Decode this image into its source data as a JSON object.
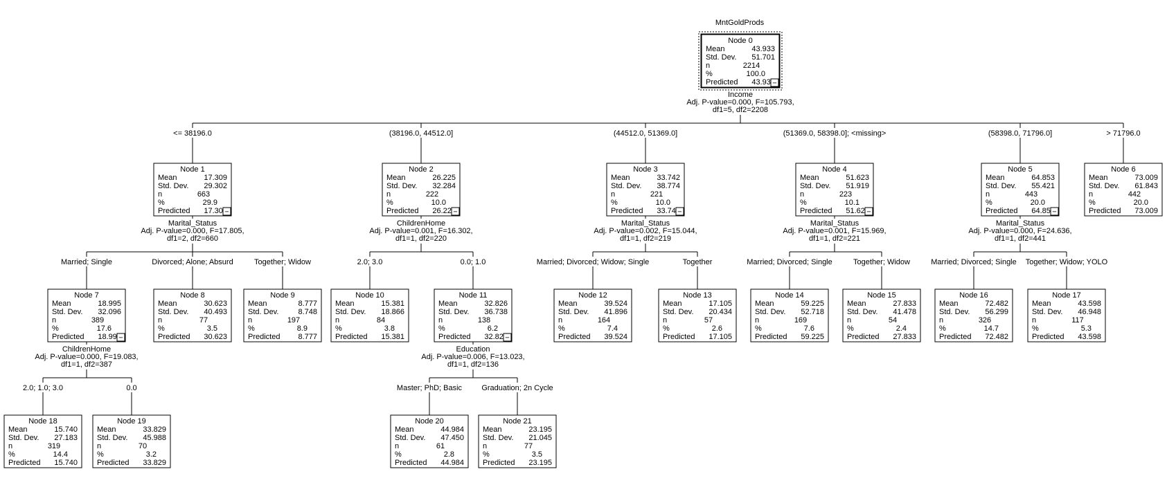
{
  "target": "MntGoldProds",
  "row_labels": {
    "mean": "Mean",
    "std": "Std. Dev.",
    "n": "n",
    "pct": "%",
    "pred": "Predicted"
  },
  "nodes": [
    {
      "id": 0,
      "title": "Node 0",
      "mean": "43.933",
      "std": "51.701",
      "n": "2214",
      "pct": "100.0",
      "pred": "43.933",
      "split": {
        "var": "Income",
        "stats1": "Adj. P-value=0.000, F=105.793,",
        "stats2": "df1=5, df2=2208"
      }
    },
    {
      "id": 1,
      "title": "Node 1",
      "parent": 0,
      "branch": "<= 38196.0",
      "mean": "17.309",
      "std": "29.302",
      "n": "663",
      "pct": "29.9",
      "pred": "17.309",
      "split": {
        "var": "Marital_Status",
        "stats1": "Adj. P-value=0.000, F=17.805,",
        "stats2": "df1=2, df2=660"
      }
    },
    {
      "id": 2,
      "title": "Node 2",
      "parent": 0,
      "branch": "(38196.0, 44512.0]",
      "mean": "26.225",
      "std": "32.284",
      "n": "222",
      "pct": "10.0",
      "pred": "26.225",
      "split": {
        "var": "ChildrenHome",
        "stats1": "Adj. P-value=0.001, F=16.302,",
        "stats2": "df1=1, df2=220"
      }
    },
    {
      "id": 3,
      "title": "Node 3",
      "parent": 0,
      "branch": "(44512.0, 51369.0]",
      "mean": "33.742",
      "std": "38.774",
      "n": "221",
      "pct": "10.0",
      "pred": "33.742",
      "split": {
        "var": "Marital_Status",
        "stats1": "Adj. P-value=0.002, F=15.044,",
        "stats2": "df1=1, df2=219"
      }
    },
    {
      "id": 4,
      "title": "Node 4",
      "parent": 0,
      "branch": "(51369.0, 58398.0]; <missing>",
      "mean": "51.623",
      "std": "51.919",
      "n": "223",
      "pct": "10.1",
      "pred": "51.623",
      "split": {
        "var": "Marital_Status",
        "stats1": "Adj. P-value=0.001, F=15.969,",
        "stats2": "df1=1, df2=221"
      }
    },
    {
      "id": 5,
      "title": "Node 5",
      "parent": 0,
      "branch": "(58398.0, 71796.0]",
      "mean": "64.853",
      "std": "55.421",
      "n": "443",
      "pct": "20.0",
      "pred": "64.853",
      "split": {
        "var": "Marital_Status",
        "stats1": "Adj. P-value=0.000, F=24.636,",
        "stats2": "df1=1, df2=441"
      }
    },
    {
      "id": 6,
      "title": "Node 6",
      "parent": 0,
      "branch": "> 71796.0",
      "mean": "73.009",
      "std": "61.843",
      "n": "442",
      "pct": "20.0",
      "pred": "73.009"
    },
    {
      "id": 7,
      "title": "Node 7",
      "parent": 1,
      "branch": "Married; Single",
      "mean": "18.995",
      "std": "32.096",
      "n": "389",
      "pct": "17.6",
      "pred": "18.995",
      "split": {
        "var": "ChildrenHome",
        "stats1": "Adj. P-value=0.000, F=19.083,",
        "stats2": "df1=1, df2=387"
      }
    },
    {
      "id": 8,
      "title": "Node 8",
      "parent": 1,
      "branch": "Divorced; Alone; Absurd",
      "mean": "30.623",
      "std": "40.493",
      "n": "77",
      "pct": "3.5",
      "pred": "30.623"
    },
    {
      "id": 9,
      "title": "Node 9",
      "parent": 1,
      "branch": "Together; Widow",
      "mean": "8.777",
      "std": "8.748",
      "n": "197",
      "pct": "8.9",
      "pred": "8.777"
    },
    {
      "id": 10,
      "title": "Node 10",
      "parent": 2,
      "branch": "2.0; 3.0",
      "mean": "15.381",
      "std": "18.866",
      "n": "84",
      "pct": "3.8",
      "pred": "15.381"
    },
    {
      "id": 11,
      "title": "Node 11",
      "parent": 2,
      "branch": "0.0; 1.0",
      "mean": "32.826",
      "std": "36.738",
      "n": "138",
      "pct": "6.2",
      "pred": "32.826",
      "split": {
        "var": "Education",
        "stats1": "Adj. P-value=0.006, F=13.023,",
        "stats2": "df1=1, df2=136"
      }
    },
    {
      "id": 12,
      "title": "Node 12",
      "parent": 3,
      "branch": "Married; Divorced; Widow; Single",
      "mean": "39.524",
      "std": "41.896",
      "n": "164",
      "pct": "7.4",
      "pred": "39.524"
    },
    {
      "id": 13,
      "title": "Node 13",
      "parent": 3,
      "branch": "Together",
      "mean": "17.105",
      "std": "20.434",
      "n": "57",
      "pct": "2.6",
      "pred": "17.105"
    },
    {
      "id": 14,
      "title": "Node 14",
      "parent": 4,
      "branch": "Married; Divorced; Single",
      "mean": "59.225",
      "std": "52.718",
      "n": "169",
      "pct": "7.6",
      "pred": "59.225"
    },
    {
      "id": 15,
      "title": "Node 15",
      "parent": 4,
      "branch": "Together; Widow",
      "mean": "27.833",
      "std": "41.478",
      "n": "54",
      "pct": "2.4",
      "pred": "27.833"
    },
    {
      "id": 16,
      "title": "Node 16",
      "parent": 5,
      "branch": "Married; Divorced; Single",
      "mean": "72.482",
      "std": "56.299",
      "n": "326",
      "pct": "14.7",
      "pred": "72.482"
    },
    {
      "id": 17,
      "title": "Node 17",
      "parent": 5,
      "branch": "Together; Widow; YOLO",
      "mean": "43.598",
      "std": "46.948",
      "n": "117",
      "pct": "5.3",
      "pred": "43.598"
    },
    {
      "id": 18,
      "title": "Node 18",
      "parent": 7,
      "branch": "2.0; 1.0; 3.0",
      "mean": "15.740",
      "std": "27.183",
      "n": "319",
      "pct": "14.4",
      "pred": "15.740"
    },
    {
      "id": 19,
      "title": "Node 19",
      "parent": 7,
      "branch": "0.0",
      "mean": "33.829",
      "std": "45.988",
      "n": "70",
      "pct": "3.2",
      "pred": "33.829"
    },
    {
      "id": 20,
      "title": "Node 20",
      "parent": 11,
      "branch": "Master; PhD; Basic",
      "mean": "44.984",
      "std": "47.450",
      "n": "61",
      "pct": "2.8",
      "pred": "44.984"
    },
    {
      "id": 21,
      "title": "Node 21",
      "parent": 11,
      "branch": "Graduation; 2n Cycle",
      "mean": "23.195",
      "std": "21.045",
      "n": "77",
      "pct": "3.5",
      "pred": "23.195"
    }
  ],
  "collapse_glyph": "−"
}
